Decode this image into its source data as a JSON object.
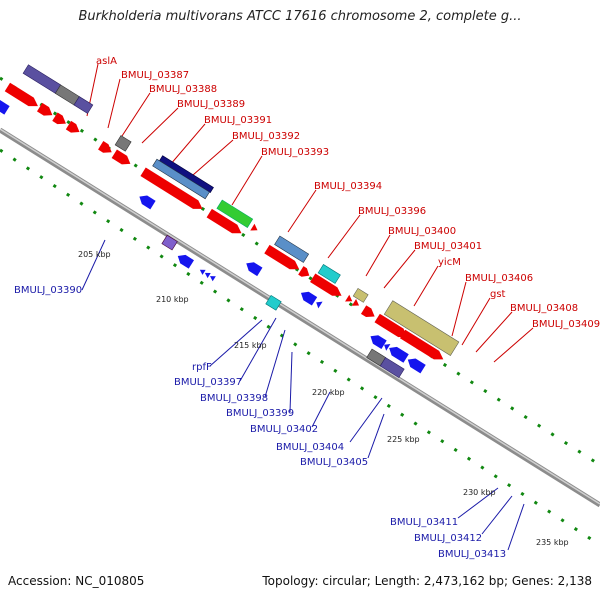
{
  "title": "Burkholderia multivorans ATCC 17616 chromosome 2, complete g...",
  "footer": {
    "accession": "Accession: NC_010805",
    "stats": "Topology: circular; Length: 2,473,162 bp; Genes: 2,138"
  },
  "scale_labels": [
    "205 kbp",
    "210 kbp",
    "215 kbp",
    "220 kbp",
    "225 kbp",
    "230 kbp",
    "235 kbp"
  ],
  "forward_gene_labels": [
    "aslA",
    "BMULJ_03387",
    "BMULJ_03388",
    "BMULJ_03389",
    "BMULJ_03391",
    "BMULJ_03392",
    "BMULJ_03393",
    "BMULJ_03394",
    "BMULJ_03396",
    "BMULJ_03400",
    "BMULJ_03401",
    "yicM",
    "BMULJ_03406",
    "gst",
    "BMULJ_03408",
    "BMULJ_03409"
  ],
  "reverse_gene_labels": [
    "BMULJ_03390",
    "rpfF",
    "BMULJ_03397",
    "BMULJ_03398",
    "BMULJ_03399",
    "BMULJ_03402",
    "BMULJ_03404",
    "BMULJ_03405",
    "BMULJ_03411",
    "BMULJ_03412",
    "BMULJ_03413"
  ],
  "colors": {
    "forward_label": "#cc0000",
    "reverse_label": "#1a1aa8",
    "backbone": "#999999",
    "cds_red": "#ee0000",
    "cds_blue": "#1515ee",
    "cog_green": "#33cc33",
    "cog_cyan": "#22cccc",
    "cog_steelblue": "#5a8fc8",
    "cog_navy": "#101080",
    "cog_slate": "#5a50a0",
    "cog_olive": "#c8c070",
    "cog_gray": "#777777",
    "cog_lime": "#a0ee30",
    "cog_violet": "#8060cc",
    "dots_green": "#118811"
  }
}
